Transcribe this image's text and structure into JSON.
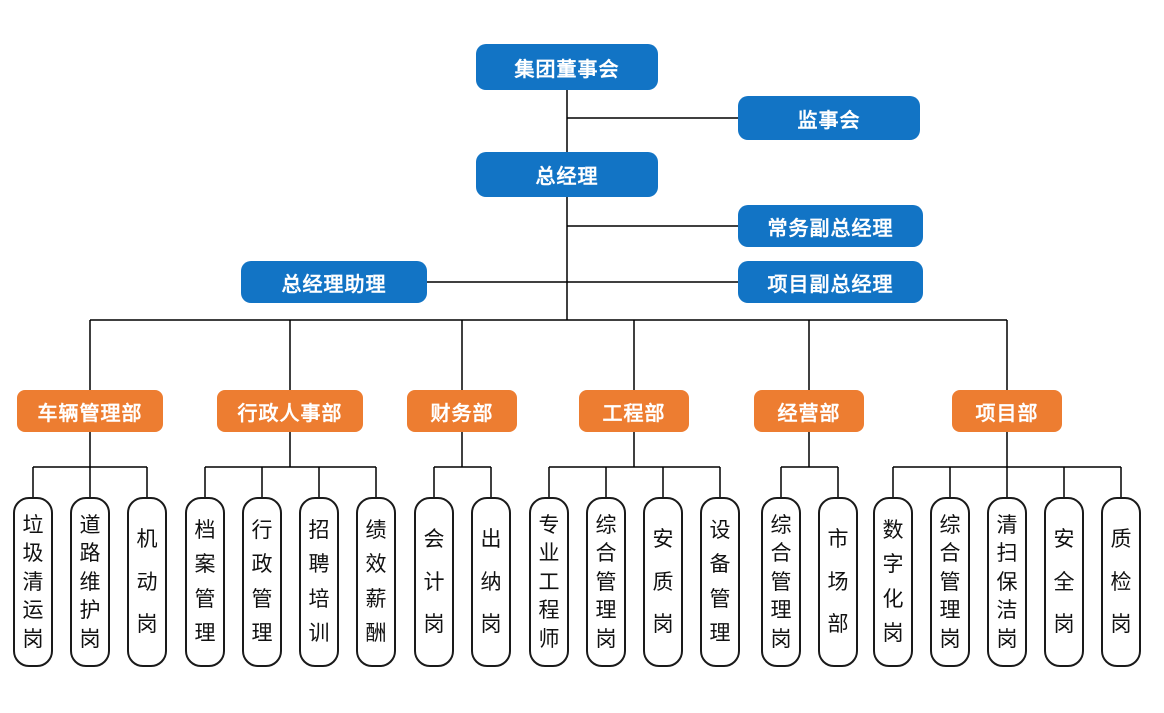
{
  "colors": {
    "primary_blue": "#1274C5",
    "accent_orange": "#ED7D31",
    "line": "#000000",
    "leaf_border": "#1A1A1A"
  },
  "executive": {
    "board": "集团董事会",
    "supervisory": "监事会",
    "gm": "总经理",
    "exec_deputy_gm": "常务副总经理",
    "project_deputy_gm": "项目副总经理",
    "gm_assistant": "总经理助理"
  },
  "departments": [
    {
      "label": "车辆管理部",
      "posts": [
        "垃圾清运岗",
        "道路维护岗",
        "机动岗"
      ]
    },
    {
      "label": "行政人事部",
      "posts": [
        "档案管理",
        "行政管理",
        "招聘培训",
        "绩效薪酬"
      ]
    },
    {
      "label": "财务部",
      "posts": [
        "会计岗",
        "出纳岗"
      ]
    },
    {
      "label": "工程部",
      "posts": [
        "专业工程师",
        "综合管理岗",
        "安质岗",
        "设备管理"
      ]
    },
    {
      "label": "经营部",
      "posts": [
        "综合管理岗",
        "市场部"
      ]
    },
    {
      "label": "项目部",
      "posts": [
        "数字化岗",
        "综合管理岗",
        "清扫保洁岗",
        "安全岗",
        "质检岗"
      ]
    }
  ]
}
